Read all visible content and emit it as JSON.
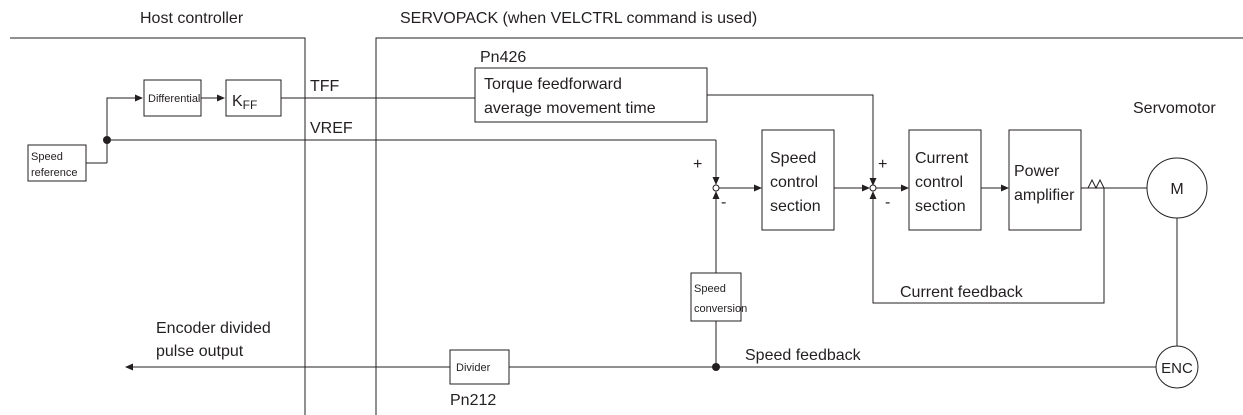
{
  "regions": {
    "host_label": "Host controller",
    "servopack_label": "SERVOPACK (when VELCTRL command is used)"
  },
  "blocks": {
    "speed_reference": [
      "Speed",
      "reference"
    ],
    "differential": "Differential",
    "kff_base": "K",
    "kff_sub": "FF",
    "torque_ff_param": "Pn426",
    "torque_ff": [
      "Torque feedforward",
      "average movement time"
    ],
    "speed_control": [
      "Speed",
      "control",
      "section"
    ],
    "current_control": [
      "Current",
      "control",
      "section"
    ],
    "power_amp": [
      "Power",
      "amplifier"
    ],
    "servomotor_label": "Servomotor",
    "motor": "M",
    "encoder": "ENC",
    "speed_conversion": [
      "Speed",
      "conversion"
    ],
    "divider": "Divider",
    "divider_param": "Pn212"
  },
  "signals": {
    "tff": "TFF",
    "vref": "VREF",
    "current_feedback": "Current feedback",
    "speed_feedback": "Speed feedback",
    "encoder_output": [
      "Encoder divided",
      "pulse output"
    ]
  },
  "signs": {
    "plus": "+",
    "minus": "-"
  }
}
